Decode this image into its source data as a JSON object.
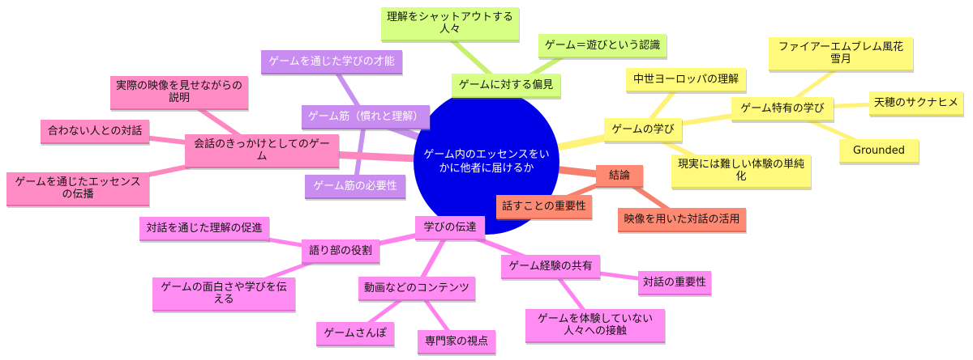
{
  "center": {
    "label": "ゲーム内のエッセンスをいかに他者に届けるか"
  },
  "bias": {
    "label": "ゲームに対する偏見",
    "children": [
      "理解をシャットアウトする人々",
      "ゲーム＝遊びという認識"
    ]
  },
  "learning": {
    "label": "ゲームの学び",
    "children": [
      "中世ヨーロッパの理解",
      "ゲーム特有の学び",
      "現実には難しい体験の単純化"
    ],
    "unique": [
      "ファイアーエムブレム風花雪月",
      "天穂のサクナヒメ",
      "Grounded"
    ]
  },
  "conclusion": {
    "label": "結論",
    "children": [
      "話すことの重要性",
      "映像を用いた対話の活用"
    ]
  },
  "muscle": {
    "label": "ゲーム筋（慣れと理解）",
    "children": [
      "ゲームを通じた学びの才能",
      "ゲーム筋の必要性"
    ]
  },
  "conversation": {
    "label": "会話のきっかけとしてのゲーム",
    "children": [
      "実際の映像を見せながらの説明",
      "合わない人との対話",
      "ゲームを通じたエッセンスの伝播"
    ]
  },
  "transmission": {
    "label": "学びの伝達",
    "storyteller": "語り部の役割",
    "storyteller_children": [
      "対話を通じた理解の促進",
      "ゲームの面白さや学びを伝える"
    ],
    "content": "動画などのコンテンツ",
    "content_children": [
      "ゲームさんぽ",
      "専門家の視点"
    ],
    "sharing": "ゲーム経験の共有",
    "sharing_children": [
      "対話の重要性",
      "ゲームを体験していない人々への接触"
    ]
  },
  "colors": {
    "center": "#0000e6",
    "green": "#d6ff84",
    "yellow": "#fffa7c",
    "red": "#ff8a73",
    "purple": "#c98cf0",
    "pink": "#ff8cc4",
    "magenta": "#ff8cf3",
    "green_line": "#c8f06e",
    "yellow_line": "#fff27a",
    "red_line": "#f77f6e",
    "purple_line": "#c791ef",
    "pink_line": "#ff87c0",
    "magenta_line": "#ff82ef"
  }
}
